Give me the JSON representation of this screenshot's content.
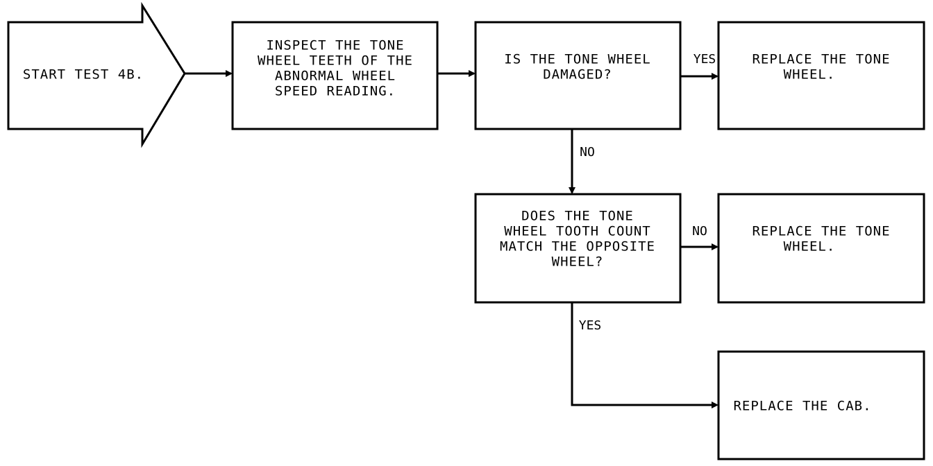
{
  "flowchart": {
    "start": {
      "label": "START TEST 4B."
    },
    "inspect": {
      "lines": [
        "INSPECT THE TONE",
        "WHEEL TEETH OF THE",
        "ABNORMAL WHEEL",
        "SPEED READING."
      ]
    },
    "damaged_question": {
      "lines": [
        "IS THE TONE WHEEL",
        "DAMAGED?"
      ]
    },
    "replace_tone_wheel_1": {
      "lines": [
        "REPLACE THE TONE",
        "WHEEL."
      ]
    },
    "tooth_count_question": {
      "lines": [
        "DOES THE TONE",
        "WHEEL TOOTH COUNT",
        "MATCH THE OPPOSITE",
        "WHEEL?"
      ]
    },
    "replace_tone_wheel_2": {
      "lines": [
        "REPLACE THE TONE",
        "WHEEL."
      ]
    },
    "replace_cab": {
      "lines": [
        "REPLACE THE CAB."
      ]
    },
    "edges": {
      "damaged_yes": "YES",
      "damaged_no": "NO",
      "tooth_no": "NO",
      "tooth_yes": "YES"
    }
  }
}
